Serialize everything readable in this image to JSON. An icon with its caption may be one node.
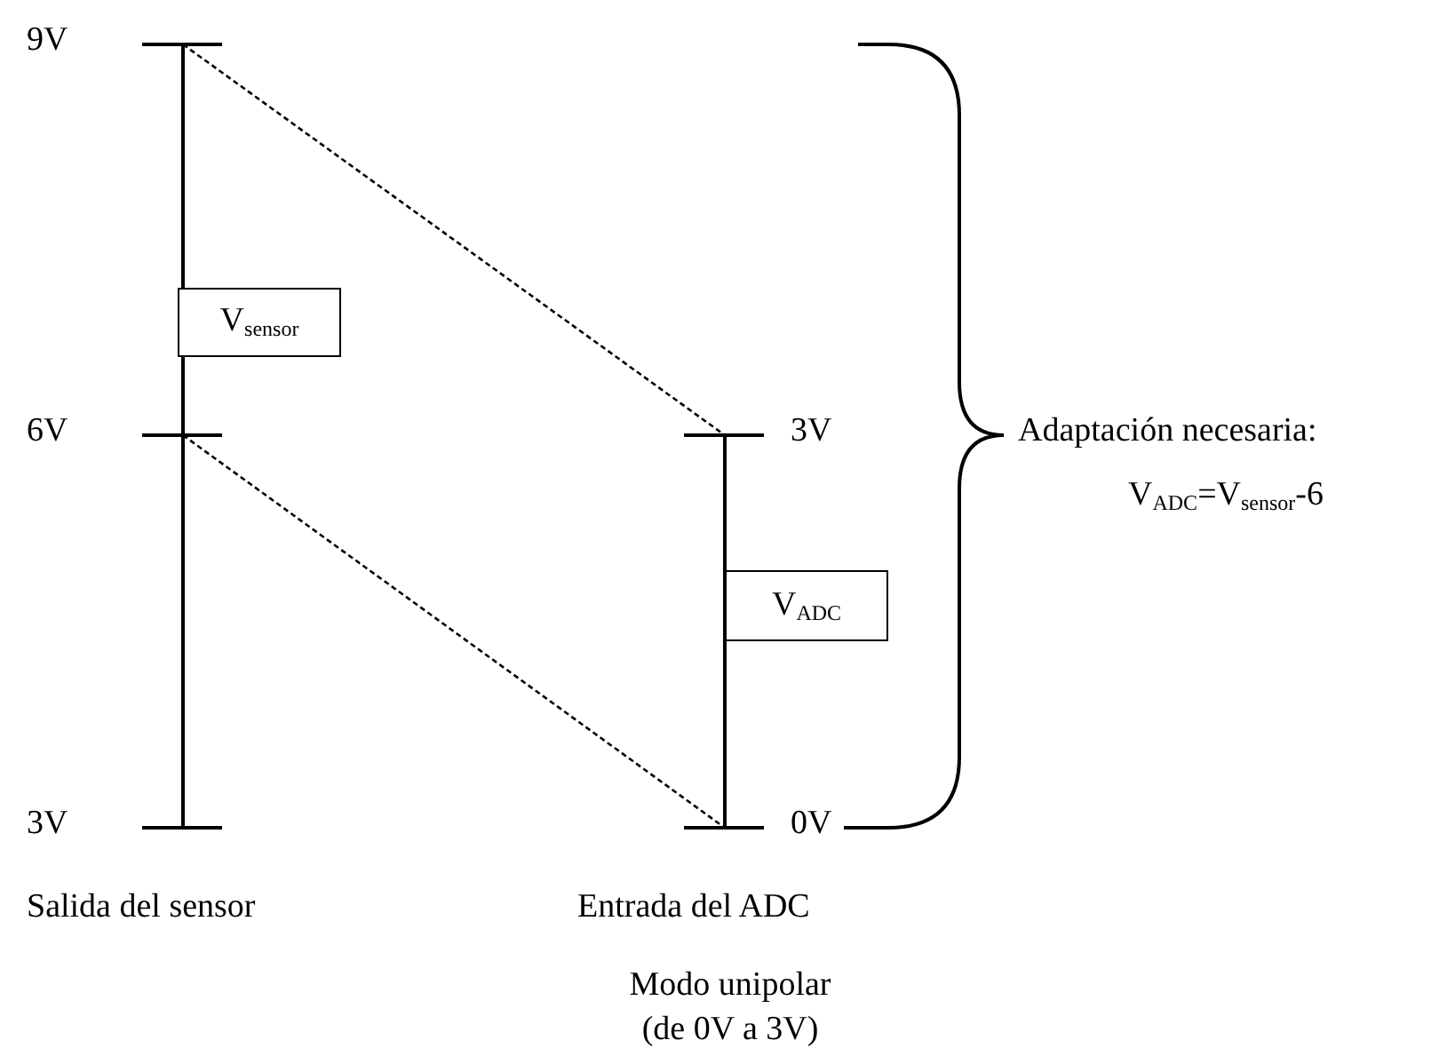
{
  "diagram": {
    "nodes": [
      {
        "text": [],
        "shape": "bar",
        "beside": [
          "9V"
        ]
      },
      {
        "text": [],
        "shape": "bar",
        "beside": [
          "6V"
        ]
      },
      {
        "text": [],
        "shape": "bar",
        "beside": [
          "3V"
        ]
      },
      {
        "text": [],
        "shape": "bar",
        "beside": [
          "3V"
        ]
      },
      {
        "text": [],
        "shape": "bar",
        "beside": [
          "0V"
        ]
      },
      {
        "text": [
          "V$_{sensor}$"
        ]
      },
      {
        "text": [
          "V$_{ADC}$"
        ]
      }
    ],
    "edges": [
      {
        "from": 0,
        "to": 1,
        "arrow": "none"
      },
      {
        "from": 1,
        "to": 2,
        "arrow": "none"
      },
      {
        "from": 3,
        "to": 4,
        "arrow": "none"
      },
      {
        "from": 0,
        "to": 3,
        "arrow": "none",
        "style": "dashed"
      },
      {
        "from": 1,
        "to": 4,
        "arrow": "none",
        "style": "dashed"
      }
    ],
    "labels": [
      "Adaptación necesaria:",
      "V$_{ADC}$=V$_{sensor}$-6",
      "Salida del sensor",
      "Entrada del ADC",
      "Modo unipolar (de 0V a 3V)"
    ]
  }
}
